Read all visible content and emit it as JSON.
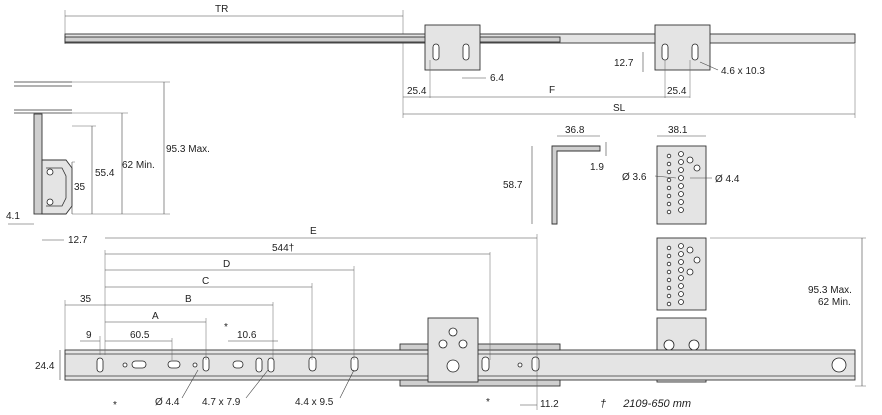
{
  "labels": {
    "tr": "TR",
    "dim_25_4_a": "25.4",
    "dim_6_4": "6.4",
    "dim_f": "F",
    "dim_25_4_b": "25.4",
    "dim_sl": "SL",
    "dim_12_7_top": "12.7",
    "slot_4_6x10_3": "4.6 x 10.3",
    "dim_95_3_max": "95.3 Max.",
    "dim_62_min": "62 Min.",
    "dim_55_4": "55.4",
    "dim_35_side": "35",
    "dim_4_1": "4.1",
    "dim_12_7_side": "12.7",
    "dim_36_8": "36.8",
    "dim_1_9": "1.9",
    "dim_58_7": "58.7",
    "dim_38_1": "38.1",
    "hole_3_6": "Ø 3.6",
    "hole_4_4_bracket": "Ø 4.4",
    "dim_e": "E",
    "dim_544": "544†",
    "dim_d": "D",
    "dim_c": "C",
    "dim_b": "B",
    "dim_a": "A",
    "dim_35_front": "35",
    "dim_9": "9",
    "dim_60_5": "60.5",
    "dim_10_6": "10.6",
    "dim_24_4": "24.4",
    "hole_4_4": "Ø 4.4",
    "slot_4_7x7_9": "4.7 x 7.9",
    "slot_4_4x9_5": "4.4 x 9.5",
    "dim_11_2": "11.2",
    "dim_95_3_max_right": "95.3 Max.",
    "dim_62_min_right": "62 Min.",
    "star": "*",
    "dagger": "†",
    "footnote": "2109-650 mm"
  }
}
